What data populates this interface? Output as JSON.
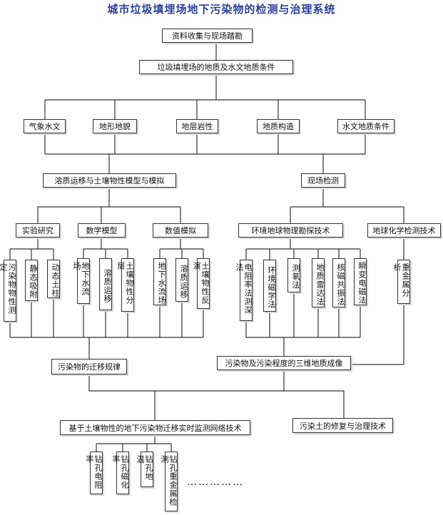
{
  "title": "城市垃圾填埋场地下污染物的检测与治理系统",
  "top": {
    "survey": "资料收集与现场踏勘",
    "hydro_geo": "垃圾填埋场的地质及水文地质条件"
  },
  "factors": [
    "气象水文",
    "地形地貌",
    "地层岩性",
    "地质构造",
    "水文地质条件"
  ],
  "branches": {
    "modeling": "溶质运移与土壤物性模型与模拟",
    "field": "现场检测"
  },
  "methods": {
    "experiment": "实验研究",
    "math_model": "数学模型",
    "numerical": "数值模拟",
    "geophysics": "环境地球物理勘探技术",
    "geochem": "地球化学检测技术"
  },
  "leaves": {
    "experiment": [
      "污染物物性测定",
      "静态吸附",
      "动态土柱"
    ],
    "math_model": [
      "地下水流场",
      "溶质运移",
      "土壤物性分层"
    ],
    "numerical": [
      "地下水流场",
      "溶质运移",
      "土壤物性反演"
    ],
    "geophysics": [
      "电阻率法测深法",
      "环境磁学法",
      "测氡法",
      "地质雷达法",
      "核磁共振法",
      "瞬变电磁法"
    ],
    "geochem": [
      "重金属分析"
    ]
  },
  "results": {
    "migration": "污染物的迁移规律",
    "imaging": "污染物及污染程度的三维地质成像"
  },
  "final": {
    "monitoring": "基于土壤物性的地下污染物迁移实时监测网络技术",
    "remediation": "污染土的修复与治理技术"
  },
  "boreholes": [
    "钻孔电阻率",
    "钻孔磁化率",
    "钻孔地温",
    "钻孔重金属检测"
  ],
  "ellipsis": "……………"
}
